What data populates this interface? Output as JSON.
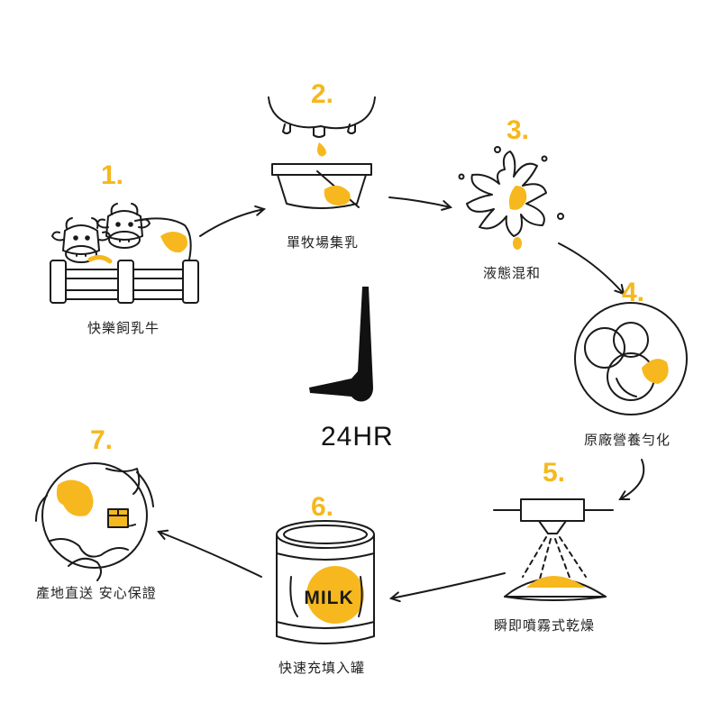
{
  "colors": {
    "accent": "#F6B81E",
    "line": "#1A1A1A",
    "text": "#222222"
  },
  "center": {
    "label": "24HR",
    "icon": "clock-hands-icon"
  },
  "steps": [
    {
      "number": "1.",
      "label": "快樂飼乳牛",
      "icon": "cows-fence-icon"
    },
    {
      "number": "2.",
      "label": "單牧場集乳",
      "icon": "udder-milk-basin-icon"
    },
    {
      "number": "3.",
      "label": "液態混和",
      "icon": "milk-splash-icon"
    },
    {
      "number": "4.",
      "label": "原廠營養勻化",
      "icon": "plate-spheres-icon"
    },
    {
      "number": "5.",
      "label": "瞬即噴霧式乾燥",
      "icon": "spray-dryer-icon"
    },
    {
      "number": "6.",
      "label": "快速充填入罐",
      "icon": "milk-can-icon"
    },
    {
      "number": "7.",
      "label": "產地直送 安心保證",
      "icon": "globe-delivery-icon"
    }
  ],
  "can": {
    "text": "MILK"
  }
}
